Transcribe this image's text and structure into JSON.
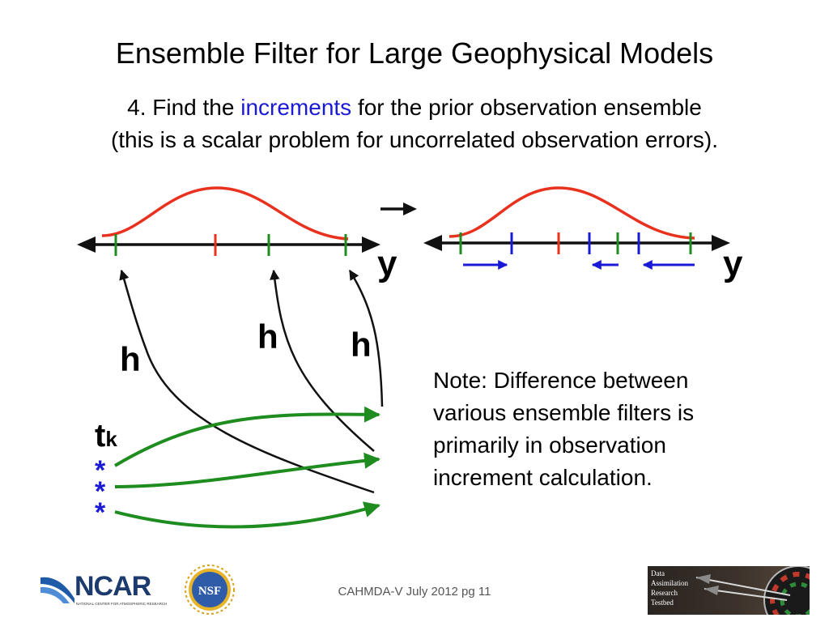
{
  "slide": {
    "title": "Ensemble Filter for Large Geophysical Models",
    "subtitle_line1_before": "4. Find the ",
    "subtitle_line1_highlight": "increments",
    "subtitle_line1_after": " for the prior observation ensemble",
    "subtitle_line2": "(this is a scalar problem for uncorrelated observation errors).",
    "highlight_color": "#1a1ad6"
  },
  "diagram": {
    "left_axis_label": "y",
    "right_axis_label": "y",
    "h_labels": [
      "h",
      "h",
      "h"
    ],
    "t_label": "t",
    "t_subscript": "k",
    "star_glyph": "*",
    "colors": {
      "prior_curve": "#e8321e",
      "ensemble_tick": "#1e8c1e",
      "mean_tick": "#e8321e",
      "posterior_tick": "#1a1ad6",
      "increment_arrow": "#1a1ad6",
      "mapping_arrow": "#1e8c1e",
      "h_curve": "#111111"
    }
  },
  "note": {
    "line1": "Note: Difference between",
    "line2": "various ensemble filters is",
    "line3": "primarily in observation",
    "line4": "increment calculation."
  },
  "footer": {
    "page_label": "CAHMDA-V July 2012 pg 11",
    "ncar_logo_text": "NCAR",
    "ncar_logo_subtext": "NATIONAL CENTER FOR ATMOSPHERIC RESEARCH",
    "nsf_logo_text": "NSF",
    "dart_logo_lines": [
      "Data",
      "Assimilation",
      "Research",
      "Testbed"
    ]
  }
}
